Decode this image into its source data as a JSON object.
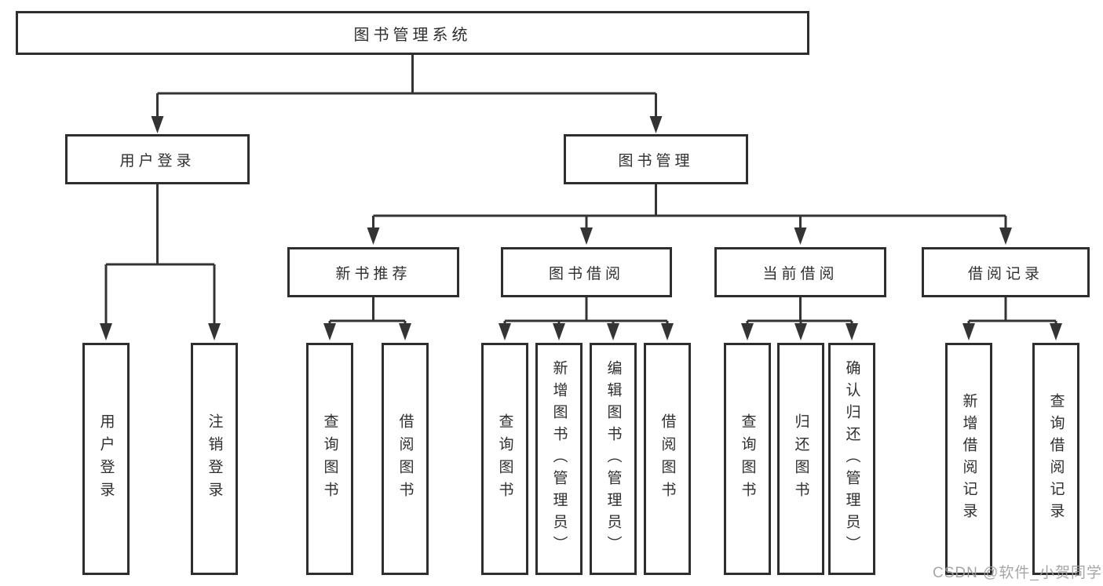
{
  "diagram_type": "functional-structure-tree",
  "tree": {
    "label": "图书管理系统",
    "children": [
      {
        "label": "用户登录",
        "children": [
          {
            "label": "用户登录"
          },
          {
            "label": "注销登录"
          }
        ]
      },
      {
        "label": "图书管理",
        "children": [
          {
            "label": "新书推荐",
            "children": [
              {
                "label": "查询图书"
              },
              {
                "label": "借阅图书"
              }
            ]
          },
          {
            "label": "图书借阅",
            "children": [
              {
                "label": "查询图书"
              },
              {
                "label": "新增图书（管理员）"
              },
              {
                "label": "编辑图书（管理员）"
              },
              {
                "label": "借阅图书"
              }
            ]
          },
          {
            "label": "当前借阅",
            "children": [
              {
                "label": "查询图书"
              },
              {
                "label": "归还图书"
              },
              {
                "label": "确认归还（管理员）"
              }
            ]
          },
          {
            "label": "借阅记录",
            "children": [
              {
                "label": "新增借阅记录"
              },
              {
                "label": "查询借阅记录"
              }
            ]
          }
        ]
      }
    ]
  },
  "watermark": {
    "text": "CSDN @软件_小贺同学"
  },
  "colors": {
    "line": "#343434",
    "box_border": "#2e2e2e",
    "text": "#2f2f2f",
    "watermark": "#9e9e9e",
    "background": "#ffffff"
  }
}
